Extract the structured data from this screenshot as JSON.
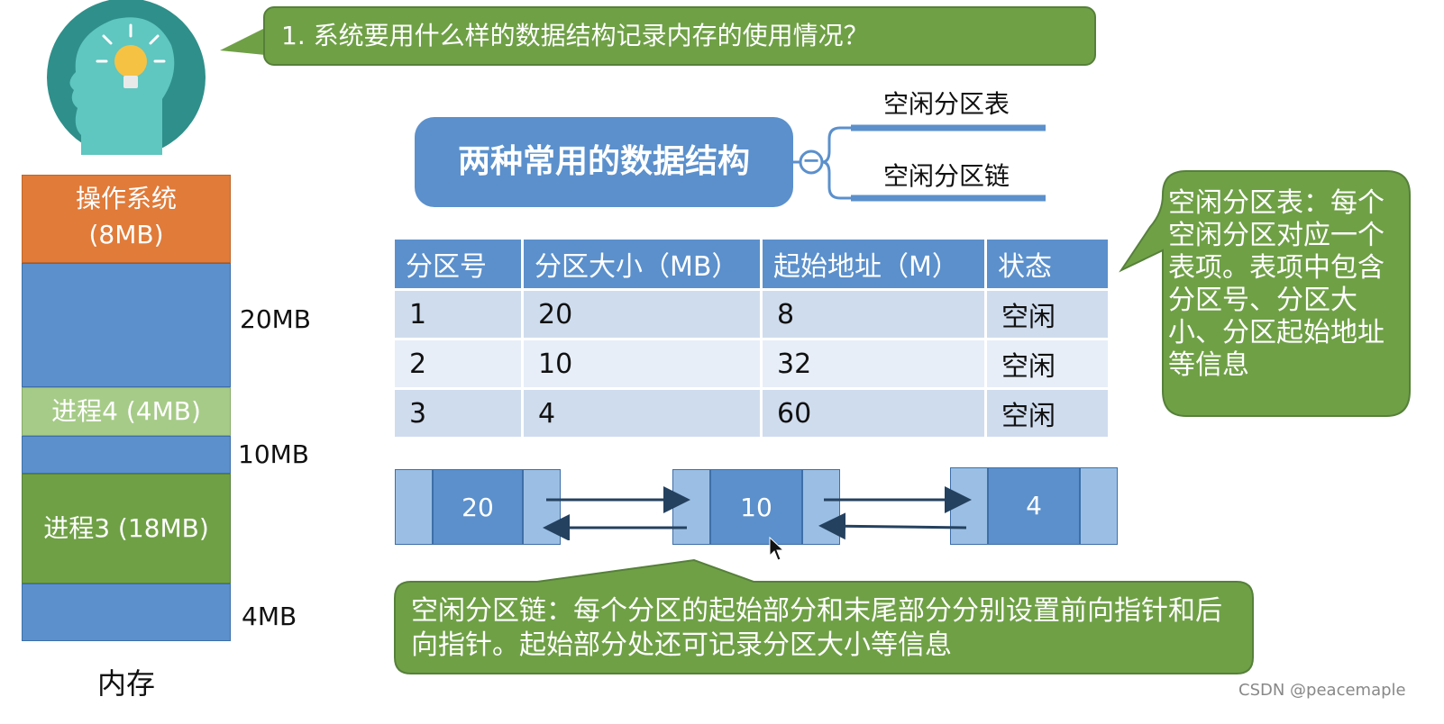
{
  "question": "1. 系统要用什么样的数据结构记录内存的使用情况？",
  "memory": {
    "segments": [
      {
        "label": "操作系统",
        "sub": "(8MB)",
        "type": "os"
      },
      {
        "label": "",
        "type": "free"
      },
      {
        "label": "进程4 (4MB)",
        "type": "process"
      },
      {
        "label": "",
        "type": "free"
      },
      {
        "label": "进程3 (18MB)",
        "type": "process"
      },
      {
        "label": "",
        "type": "free"
      }
    ],
    "free_labels": [
      "20MB",
      "10MB",
      "4MB"
    ],
    "caption": "内存"
  },
  "mindmap": {
    "title": "两种常用的数据结构",
    "collapse_symbol": "−",
    "branches": [
      "空闲分区表",
      "空闲分区链"
    ]
  },
  "table": {
    "headers": [
      "分区号",
      "分区大小（MB）",
      "起始地址（M）",
      "状态"
    ],
    "rows": [
      [
        "1",
        "20",
        "8",
        "空闲"
      ],
      [
        "2",
        "10",
        "32",
        "空闲"
      ],
      [
        "3",
        "4",
        "60",
        "空闲"
      ]
    ]
  },
  "linked_list": {
    "nodes": [
      "20",
      "10",
      "4"
    ]
  },
  "table_note": "空闲分区表：每个空闲分区对应一个表项。表项中包含分区号、分区大小、分区起始地址等信息",
  "list_note": "空闲分区链：每个分区的起始部分和末尾部分分别设置前向指针和后向指针。起始部分处还可记录分区大小等信息",
  "watermark": "CSDN @peacemaple",
  "colors": {
    "green": "#6fa046",
    "blue": "#5b90cc",
    "orange": "#e07b3a",
    "light_green": "#a6cb88",
    "light_blue": "#9bbfe4"
  }
}
